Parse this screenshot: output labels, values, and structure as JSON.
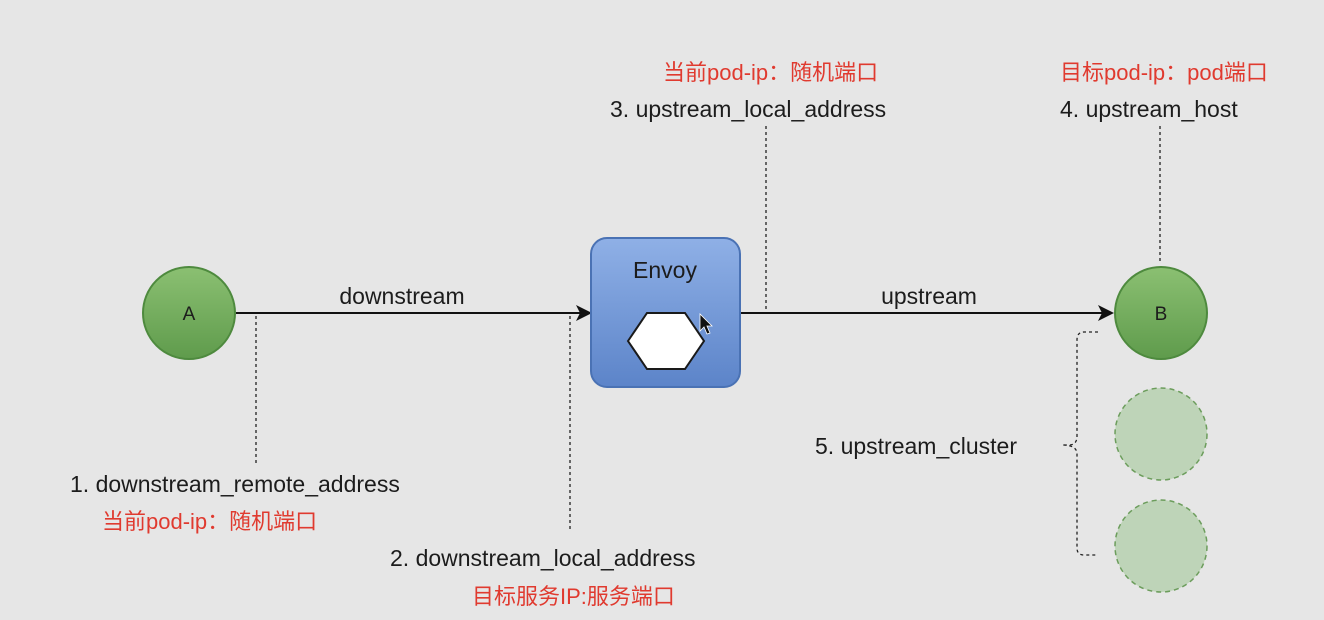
{
  "nodes": {
    "a": {
      "label": "A"
    },
    "b": {
      "label": "B"
    },
    "envoy": {
      "label": "Envoy"
    }
  },
  "edges": {
    "downstream": {
      "label": "downstream"
    },
    "upstream": {
      "label": "upstream"
    }
  },
  "annotations": {
    "downstream_remote": {
      "label": "1. downstream_remote_address",
      "note": "当前pod-ip：随机端口"
    },
    "downstream_local": {
      "label": "2. downstream_local_address",
      "note": "目标服务IP:服务端口"
    },
    "upstream_local": {
      "label": "3. upstream_local_address",
      "note": "当前pod-ip：随机端口"
    },
    "upstream_host": {
      "label": "4. upstream_host",
      "note": "目标pod-ip：pod端口"
    },
    "upstream_cluster": {
      "label": "5. upstream_cluster"
    }
  },
  "colors": {
    "background": "#e6e6e6",
    "node_fill": "#6fa95a",
    "node_stroke": "#4e8a3e",
    "ghost_node_fill": "#bed4b8",
    "envoy_fill": "#6b93d6",
    "envoy_stroke": "#4a72b4",
    "note_red": "#e03a2f",
    "text": "#1c1c1c"
  }
}
